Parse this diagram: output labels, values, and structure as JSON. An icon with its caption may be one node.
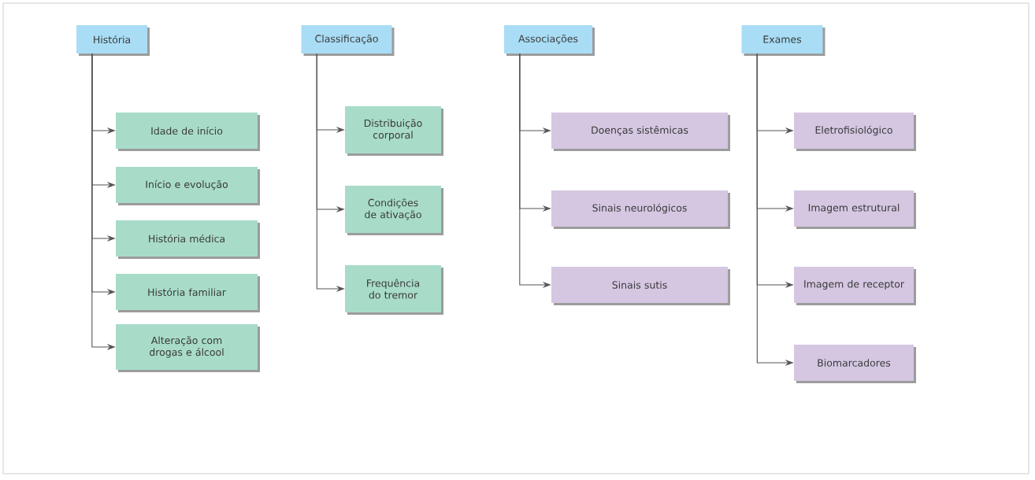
{
  "diagram": {
    "nodes": [
      {
        "text": [
          "História"
        ]
      },
      {
        "text": [
          "Idade de início"
        ]
      },
      {
        "text": [
          "Início e evolução"
        ]
      },
      {
        "text": [
          "História médica"
        ]
      },
      {
        "text": [
          "História familiar"
        ]
      },
      {
        "text": [
          "Alteração com drogas e álcool"
        ]
      },
      {
        "text": [
          "Classificação"
        ]
      },
      {
        "text": [
          "Distribuição corporal"
        ]
      },
      {
        "text": [
          "Condições de ativação"
        ]
      },
      {
        "text": [
          "Frequência do tremor"
        ]
      },
      {
        "text": [
          "Associações"
        ]
      },
      {
        "text": [
          "Doenças sistêmicas"
        ]
      },
      {
        "text": [
          "Sinais neurológicos"
        ]
      },
      {
        "text": [
          "Sinais sutis"
        ]
      },
      {
        "text": [
          "Exames"
        ]
      },
      {
        "text": [
          "Eletrofisiológico"
        ]
      },
      {
        "text": [
          "Imagem estrutural"
        ]
      },
      {
        "text": [
          "Imagem de receptor"
        ]
      },
      {
        "text": [
          "Biomarcadores"
        ]
      }
    ],
    "edges": [
      {
        "from": 0,
        "to": 1,
        "arrow": "to"
      },
      {
        "from": 0,
        "to": 2,
        "arrow": "to"
      },
      {
        "from": 0,
        "to": 3,
        "arrow": "to"
      },
      {
        "from": 0,
        "to": 4,
        "arrow": "to"
      },
      {
        "from": 0,
        "to": 5,
        "arrow": "to"
      },
      {
        "from": 6,
        "to": 7,
        "arrow": "to"
      },
      {
        "from": 6,
        "to": 8,
        "arrow": "to"
      },
      {
        "from": 6,
        "to": 9,
        "arrow": "to"
      },
      {
        "from": 10,
        "to": 11,
        "arrow": "to"
      },
      {
        "from": 10,
        "to": 12,
        "arrow": "to"
      },
      {
        "from": 10,
        "to": 13,
        "arrow": "to"
      },
      {
        "from": 14,
        "to": 15,
        "arrow": "to"
      },
      {
        "from": 14,
        "to": 16,
        "arrow": "to"
      },
      {
        "from": 14,
        "to": 17,
        "arrow": "to"
      },
      {
        "from": 14,
        "to": 18,
        "arrow": "to"
      }
    ]
  }
}
